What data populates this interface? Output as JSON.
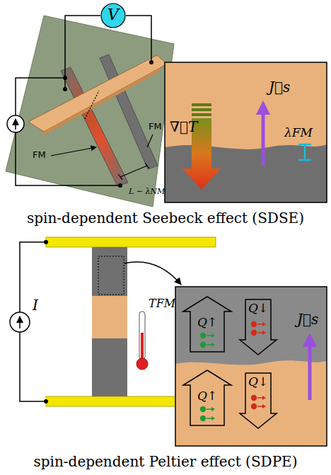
{
  "diagram": {
    "nodes": [
      {
        "text": [
          "V"
        ]
      },
      {
        "text": [
          "Q↑"
        ]
      },
      {
        "text": [
          "Q↓"
        ]
      },
      {
        "text": [
          "Q↑"
        ]
      },
      {
        "text": [
          "Q↓"
        ]
      }
    ],
    "labels": [
      "FM",
      "FM",
      "L ∼ λNM",
      "∇⃗T",
      "J⃗s",
      "λFM",
      "spin-dependent Seebeck effect (SDSE)",
      "I",
      "TFM",
      "J⃗s",
      "spin-dependent Peltier effect (SDPE)"
    ]
  }
}
